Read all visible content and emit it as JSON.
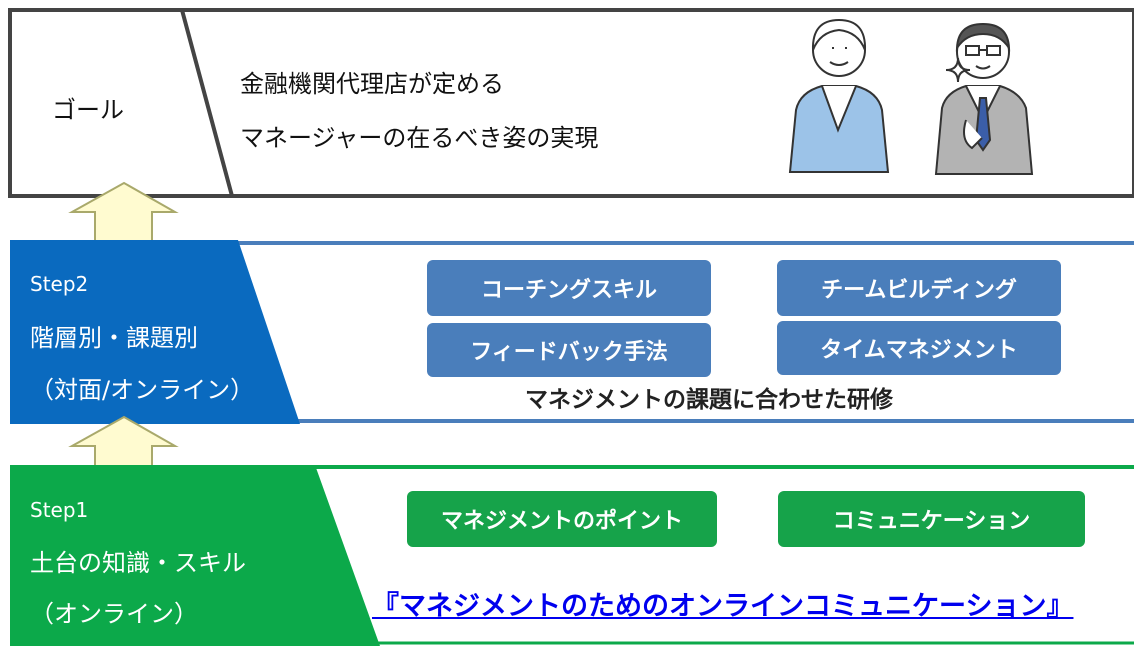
{
  "goal": {
    "label": "ゴール",
    "line1": "金融機関代理店が定める",
    "line2": "マネージャーの在るべき姿の実現",
    "icons": [
      "woman-person-icon",
      "businessman-person-icon"
    ]
  },
  "step2": {
    "title": "Step2",
    "line1": "階層別・課題別",
    "line2": "（対面/オンライン）",
    "pills": [
      "コーチングスキル",
      "チームビルディング",
      "フィードバック手法",
      "タイムマネジメント"
    ],
    "caption": "マネジメントの課題に合わせた研修"
  },
  "step1": {
    "title": "Step1",
    "line1": "土台の知識・スキル",
    "line2": "（オンライン）",
    "pills": [
      "マネジメントのポイント",
      "コミュニケーション"
    ],
    "link": "『マネジメントのためのオンラインコミュニケーション』"
  },
  "colors": {
    "step2_blue": "#0a6abf",
    "step2_pill": "#4a7ebb",
    "step1_green": "#0ca94a",
    "step1_pill": "#16a34a",
    "arrow_fill": "#fffbd0",
    "arrow_stroke": "#a9a96b"
  }
}
